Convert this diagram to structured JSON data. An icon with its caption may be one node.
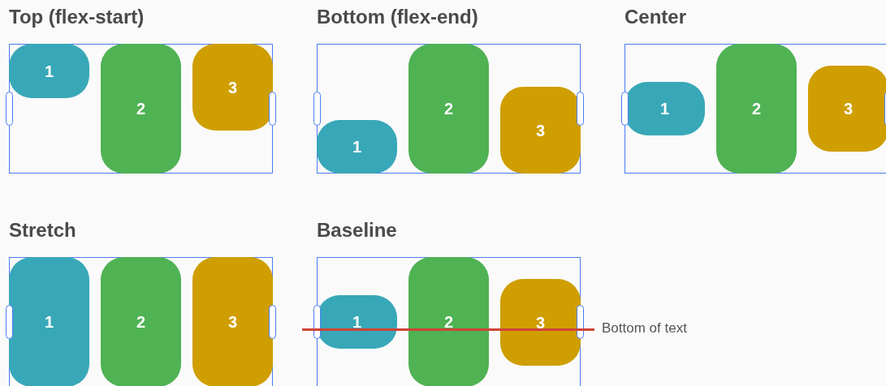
{
  "diagram": {
    "nodes": [
      {
        "text": [
          "Top (flex-start)"
        ]
      },
      {
        "text": [
          "1"
        ],
        "in": 0
      },
      {
        "text": [
          "2"
        ],
        "in": 0
      },
      {
        "text": [
          "3"
        ],
        "in": 0
      },
      {
        "text": [
          "Bottom (flex-end)"
        ]
      },
      {
        "text": [
          "1"
        ],
        "in": 4
      },
      {
        "text": [
          "2"
        ],
        "in": 4
      },
      {
        "text": [
          "3"
        ],
        "in": 4
      },
      {
        "text": [
          "Center"
        ]
      },
      {
        "text": [
          "1"
        ],
        "in": 8
      },
      {
        "text": [
          "2"
        ],
        "in": 8
      },
      {
        "text": [
          "3"
        ],
        "in": 8
      },
      {
        "text": [
          "Stretch"
        ]
      },
      {
        "text": [
          "1"
        ],
        "in": 12
      },
      {
        "text": [
          "2"
        ],
        "in": 12
      },
      {
        "text": [
          "3"
        ],
        "in": 12
      },
      {
        "text": [
          "Baseline"
        ]
      },
      {
        "text": [
          "1"
        ],
        "in": 16
      },
      {
        "text": [
          "2"
        ],
        "in": 16
      },
      {
        "text": [
          "3"
        ],
        "in": 16
      }
    ],
    "labels": [
      "Bottom of text"
    ]
  }
}
